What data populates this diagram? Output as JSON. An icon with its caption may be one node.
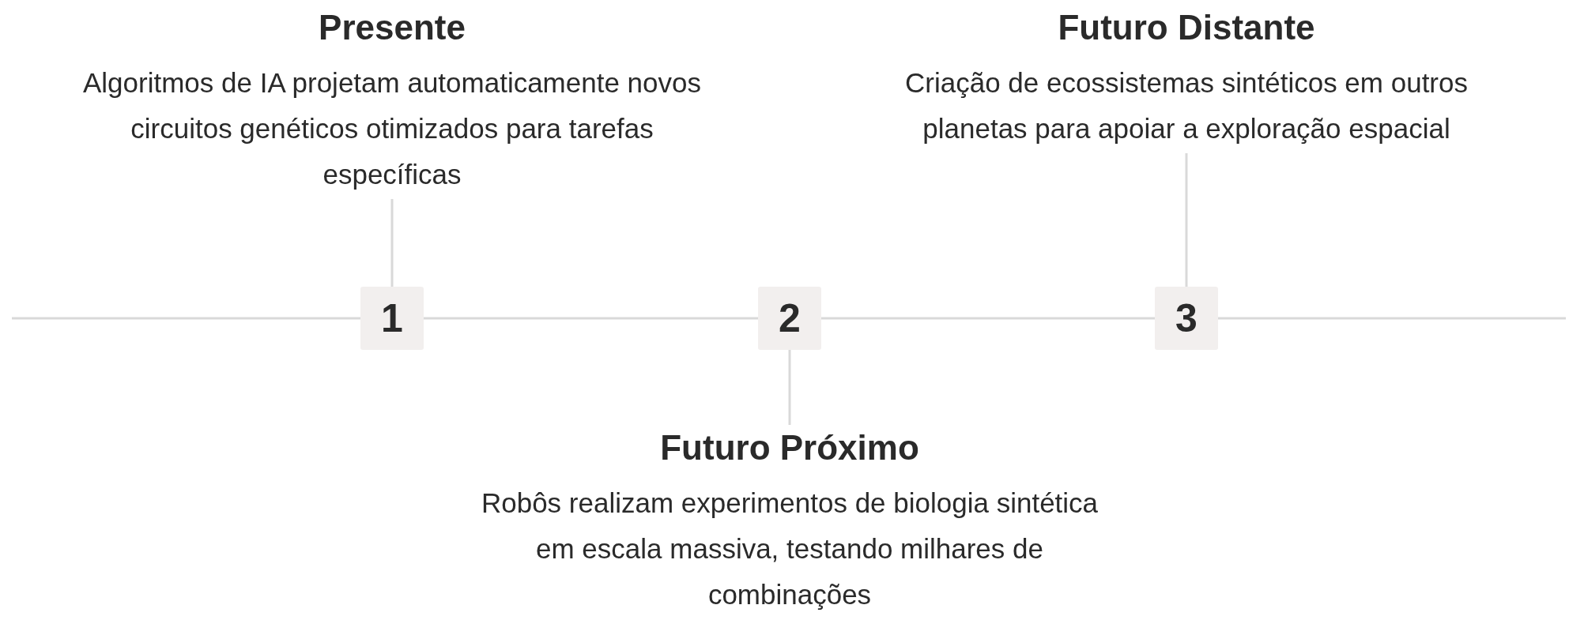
{
  "diagram": {
    "nodes": [
      {
        "text": [
          "Presente",
          "Algoritmos de IA projetam automaticamente novos circuitos genéticos otimizados para tarefas específicas"
        ]
      },
      {
        "text": [
          "Futuro Distante",
          "Criação de ecossistemas sintéticos em outros planetas para apoiar a exploração espacial"
        ]
      },
      {
        "text": [
          "1"
        ]
      },
      {
        "text": [
          "2"
        ]
      },
      {
        "text": [
          "3"
        ]
      },
      {
        "text": [
          "Futuro Próximo",
          "Robôs realizam experimentos de biologia sintética em escala massiva, testando milhares de combinações"
        ]
      }
    ],
    "edges": [
      {
        "from": null,
        "to": 2,
        "arrow": "none"
      },
      {
        "from": 2,
        "to": 3,
        "arrow": "none"
      },
      {
        "from": 3,
        "to": 4,
        "arrow": "none"
      },
      {
        "from": 4,
        "to": null,
        "arrow": "none"
      },
      {
        "from": 0,
        "to": 2,
        "arrow": "none"
      },
      {
        "from": 1,
        "to": 4,
        "arrow": "none"
      },
      {
        "from": 3,
        "to": 5,
        "arrow": "none"
      }
    ]
  }
}
